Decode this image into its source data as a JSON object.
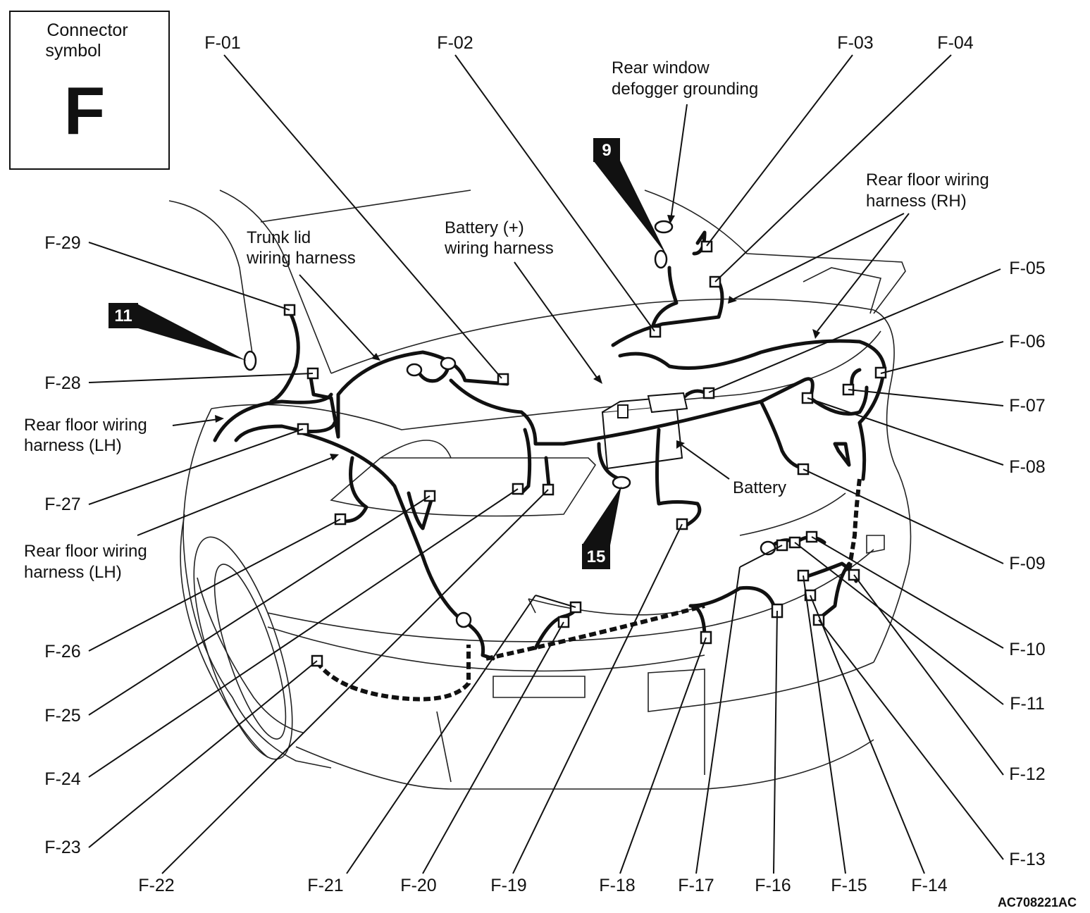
{
  "symbol_box": {
    "title_line1": "Connector",
    "title_line2": "symbol",
    "letter": "F"
  },
  "connectors": {
    "f01": "F-01",
    "f02": "F-02",
    "f03": "F-03",
    "f04": "F-04",
    "f05": "F-05",
    "f06": "F-06",
    "f07": "F-07",
    "f08": "F-08",
    "f09": "F-09",
    "f10": "F-10",
    "f11": "F-11",
    "f12": "F-12",
    "f13": "F-13",
    "f14": "F-14",
    "f15": "F-15",
    "f16": "F-16",
    "f17": "F-17",
    "f18": "F-18",
    "f19": "F-19",
    "f20": "F-20",
    "f21": "F-21",
    "f22": "F-22",
    "f23": "F-23",
    "f24": "F-24",
    "f25": "F-25",
    "f26": "F-26",
    "f27": "F-27",
    "f28": "F-28",
    "f29": "F-29"
  },
  "callouts": {
    "rear_window_1": "Rear window",
    "rear_window_2": "defogger grounding",
    "rear_floor_rh_1": "Rear floor wiring",
    "rear_floor_rh_2": "harness (RH)",
    "trunk_lid_1": "Trunk lid",
    "trunk_lid_2": "wiring harness",
    "battery_plus_1": "Battery (+)",
    "battery_plus_2": "wiring harness",
    "rear_floor_lh_a1": "Rear floor wiring",
    "rear_floor_lh_a2": "harness (LH)",
    "rear_floor_lh_b1": "Rear floor wiring",
    "rear_floor_lh_b2": "harness (LH)",
    "battery": "Battery"
  },
  "ground_points": {
    "g9": "9",
    "g11": "11",
    "g15": "15"
  },
  "figure_code": "AC708221AC"
}
